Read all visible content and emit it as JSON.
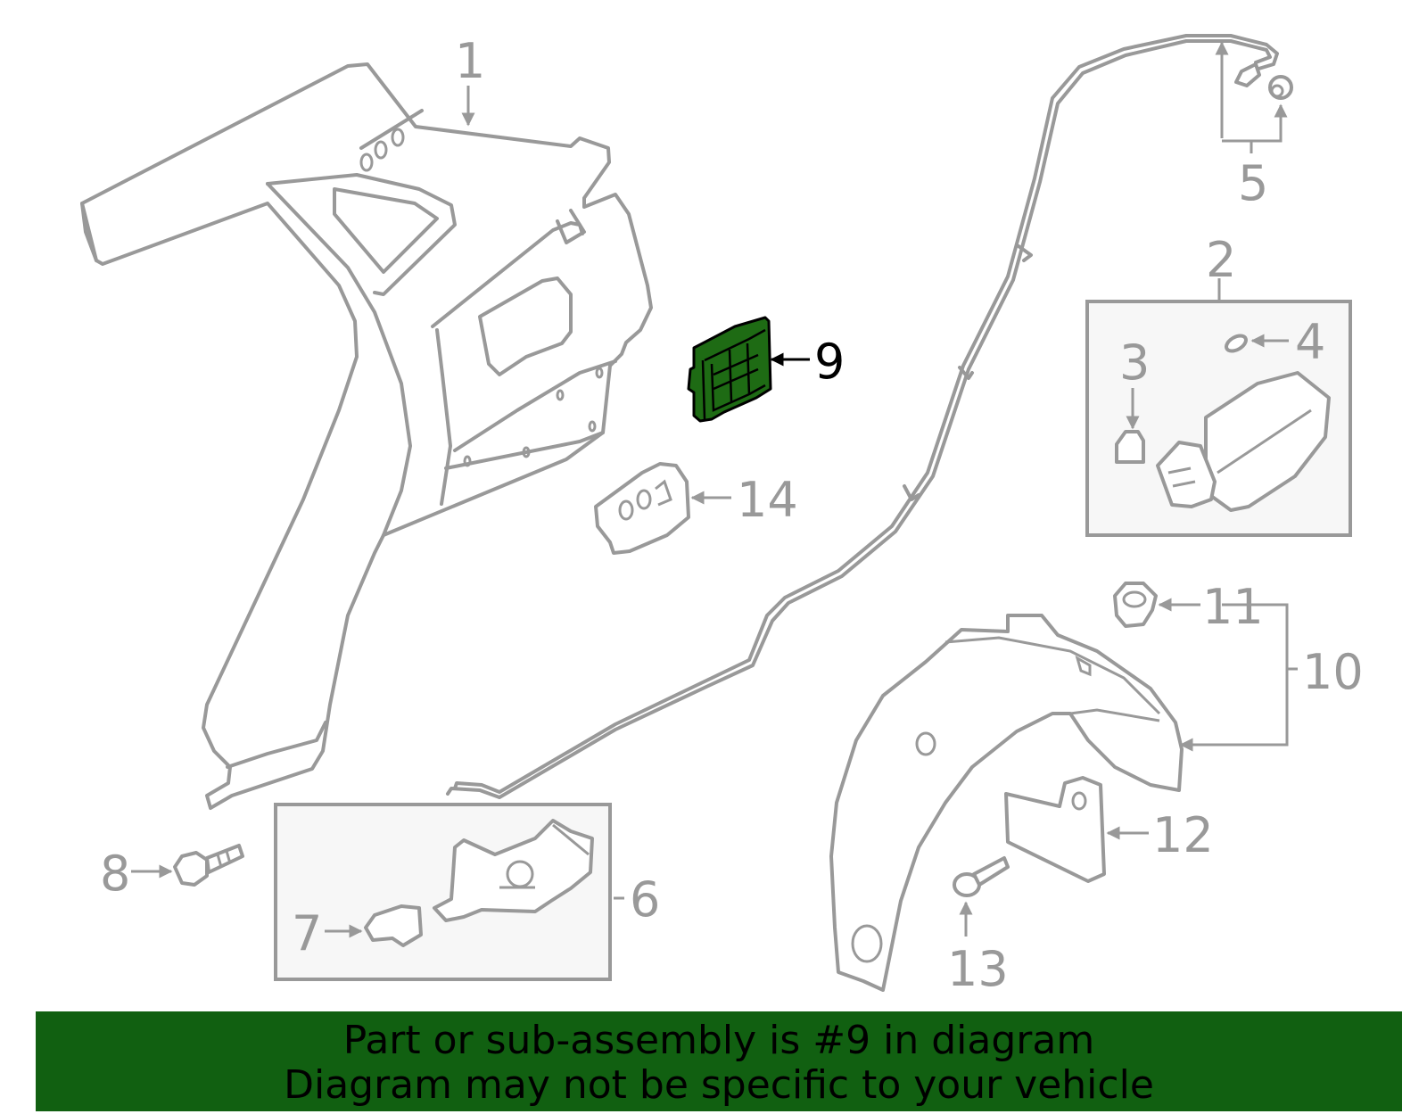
{
  "diagram": {
    "highlighted_part": "9",
    "highlight_color": "#1e6b14",
    "line_color": "#999999",
    "callouts": {
      "c1": "1",
      "c2": "2",
      "c3": "3",
      "c4": "4",
      "c5": "5",
      "c6": "6",
      "c7": "7",
      "c8": "8",
      "c9": "9",
      "c10": "10",
      "c11": "11",
      "c12": "12",
      "c13": "13",
      "c14": "14"
    }
  },
  "banner": {
    "line1": "Part or sub-assembly is #9 in diagram",
    "line2": "Diagram may not be specific to your vehicle",
    "background": "#116011"
  }
}
